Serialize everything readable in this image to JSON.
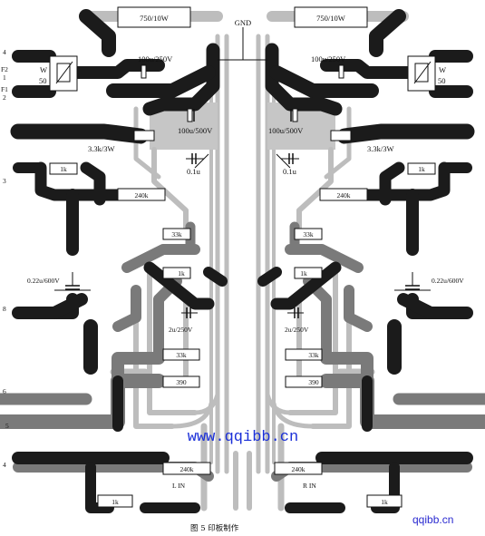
{
  "top_label": "GND",
  "left": {
    "r_power": "750/10W",
    "cap_top": "100u/250V",
    "pot_label": "W",
    "pot_value": "50",
    "r_3k3": "3.3k/3W",
    "cap_500": "100u/500V",
    "cap_01": "0.1u",
    "r_1k_top": "1k",
    "r_240k_top": "240k",
    "r_33k_a": "33k",
    "r_1k_mid": "1k",
    "cap_022": "0.22u/600V",
    "cap_2u": "2u/250V",
    "r_33k_b": "33k",
    "r_390": "390",
    "r_240k_bot": "240k",
    "input": "L IN",
    "r_1k_bot": "1k",
    "pins": [
      "4",
      "F2",
      "1",
      "F1",
      "2",
      "3",
      "8",
      "6",
      "5",
      "4"
    ]
  },
  "right": {
    "r_power": "750/10W",
    "cap_top": "100u/250V",
    "pot_label": "W",
    "pot_value": "50",
    "r_3k3": "3.3k/3W",
    "cap_500": "100u/500V",
    "cap_01": "0.1u",
    "r_1k_top": "1k",
    "r_240k_top": "240k",
    "r_33k_a": "33k",
    "r_1k_mid": "1k",
    "cap_022": "0.22u/600V",
    "cap_2u": "2u/250V",
    "r_33k_b": "33k",
    "r_390": "390",
    "r_240k_bot": "240k",
    "input": "R IN",
    "r_1k_bot": "1k"
  },
  "watermark_center": "www.qqibb.cn",
  "watermark_corner": "qqibb.cn",
  "caption": "图 5   印板制作"
}
